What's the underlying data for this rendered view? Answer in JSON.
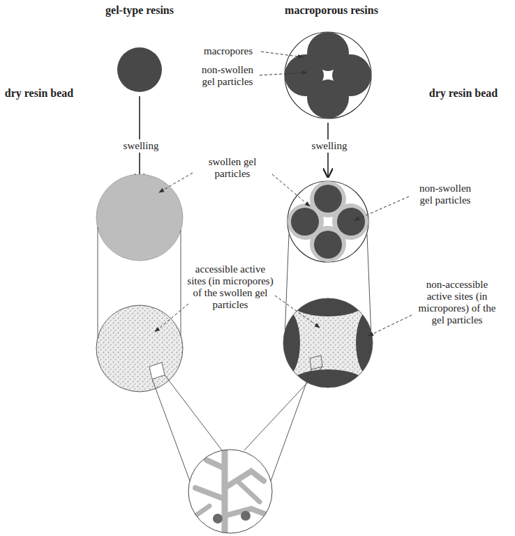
{
  "diagram": {
    "labels": [
      "gel-type resins",
      "macroporous resins",
      "dry resin bead",
      "macropores",
      "non-swollen gel particles",
      "dry resin bead",
      "swelling",
      "swelling",
      "swollen gel particles",
      "non-swollen gel particles",
      "accessible active sites (in micropores) of the swollen gel particles",
      "non-accessible active sites (in micropores) of the gel particles"
    ]
  }
}
